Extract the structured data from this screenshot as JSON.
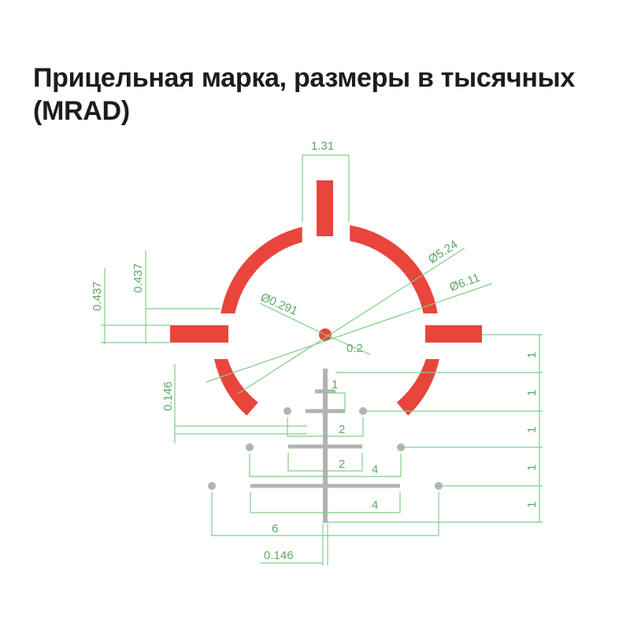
{
  "title": {
    "line1": "Прицельная марка, размеры в тысячных",
    "line2": "(MRAD)"
  },
  "labels": {
    "top_width": "1.31",
    "left_outer": "0.437",
    "left_inner": "0.437",
    "outer_diameter": "Ø6.11",
    "inner_diameter": "Ø5.24",
    "center_dot": "Ø0.291",
    "center_offset": "0.2",
    "stroke_width": "0.146",
    "bottom_width": "0.146",
    "h_one": "1",
    "h_two_a": "2",
    "h_two_b": "2",
    "h_four_a": "4",
    "h_four_b": "4",
    "h_six": "6",
    "v_one_a": "1",
    "v_one_b": "1",
    "v_one_c": "1",
    "v_one_d": "1",
    "v_one_e": "1"
  },
  "colors": {
    "reticle": "#e8453c",
    "dimension": "#7fcf86",
    "hash": "#b3b3b3"
  }
}
